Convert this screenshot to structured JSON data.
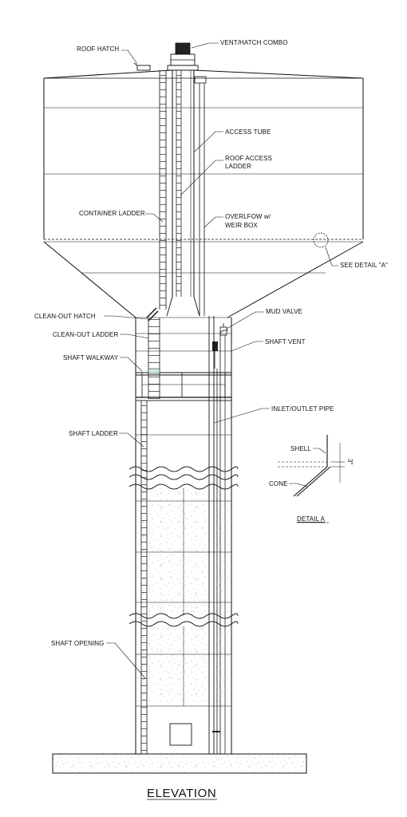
{
  "drawing": {
    "title": "ELEVATION",
    "labels": {
      "roof_hatch": "ROOF HATCH",
      "vent_hatch_combo": "VENT/HATCH COMBO",
      "access_tube": "ACCESS TUBE",
      "roof_access_ladder_1": "ROOF ACCESS",
      "roof_access_ladder_2": "LADDER",
      "container_ladder": "CONTAINER LADDER",
      "overflow_1": "OVERLFOW w/",
      "overflow_2": "WEIR BOX",
      "see_detail_a": "SEE DETAIL \"A\"",
      "clean_out_hatch": "CLEAN-OUT HATCH",
      "mud_valve": "MUD VALVE",
      "clean_out_ladder": "CLEAN-OUT LADDER",
      "shaft_vent": "SHAFT VENT",
      "shaft_walkway": "SHAFT WALKWAY",
      "inlet_outlet_pipe": "INLET/OUTLET PIPE",
      "shaft_ladder": "SHAFT LADDER",
      "shaft_opening": "SHAFT OPENING"
    },
    "detail": {
      "shell": "SHELL",
      "cone": "CONE",
      "dimension": "3\"",
      "title": "DETAIL A"
    }
  }
}
